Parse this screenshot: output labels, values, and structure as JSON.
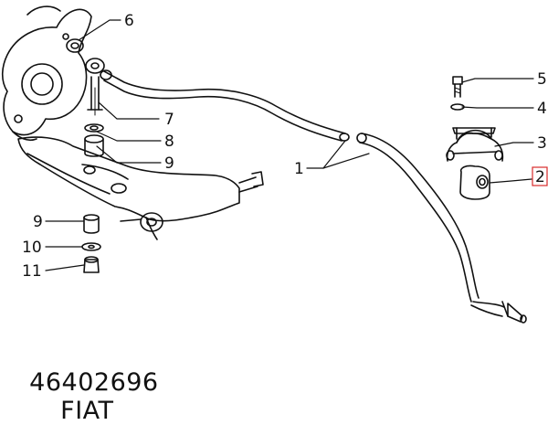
{
  "diagram": {
    "callouts": [
      "1",
      "2",
      "3",
      "4",
      "5",
      "6",
      "7",
      "8",
      "9",
      "9",
      "10",
      "11"
    ],
    "highlighted_callout": "2",
    "highlight_color": "#d92b2b"
  },
  "caption": {
    "part_number": "46402696",
    "brand": "FIAT"
  }
}
